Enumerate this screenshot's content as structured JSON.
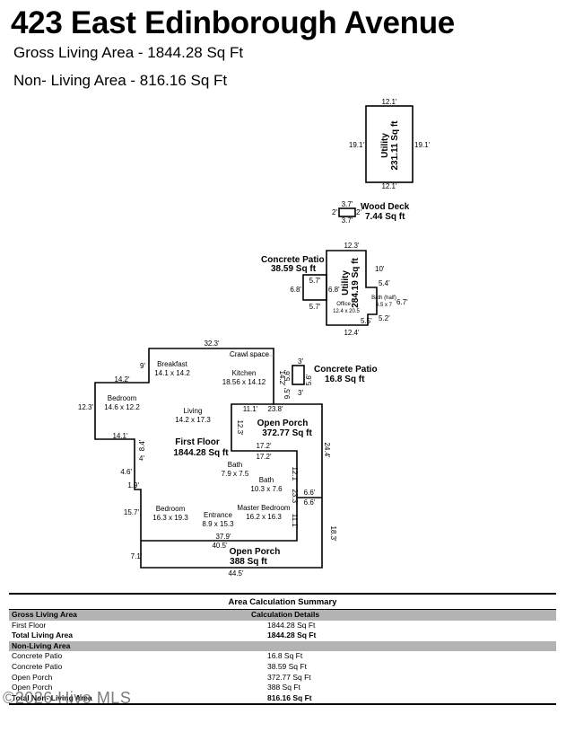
{
  "header": {
    "title": "423 East Edinborough Avenue",
    "gross_living_area": "Gross Living Area - 1844.28 Sq Ft",
    "non_living_area": "Non- Living Area - 816.16 Sq Ft"
  },
  "floorplan": {
    "utility_top": {
      "name": "Utility",
      "area": "231.11 Sq ft",
      "dims": [
        "12.1'",
        "19.1'",
        "19.1'",
        "12.1'"
      ]
    },
    "wood_deck": {
      "name": "Wood Deck",
      "area": "7.44 Sq ft",
      "dims": [
        "3.7'",
        "2'",
        "2'",
        "3.7'"
      ]
    },
    "concrete_patio_a": {
      "name": "Concrete Patio",
      "area": "38.59 Sq ft",
      "dims": [
        "5.7'",
        "6.8'",
        "6.8'",
        "5.7'"
      ]
    },
    "utility_mid": {
      "name": "Utility",
      "area": "284.19 Sq ft",
      "dims": [
        "12.3'",
        "10'",
        "5.4'",
        "6.7'",
        "5.2'",
        "5.5'",
        "12.4'"
      ]
    },
    "office": {
      "name": "Office",
      "size": "12.4 x 20.5"
    },
    "bath_half": {
      "name": "Bath (half)",
      "size": "6.5 x 7"
    },
    "concrete_patio_b": {
      "name": "Concrete Patio",
      "area": "16.8 Sq ft",
      "dims": [
        "3'",
        "5.6'",
        "5.6'",
        "3'"
      ]
    },
    "first_floor": {
      "name": "First Floor",
      "area": "1844.28 Sq ft"
    },
    "open_porch_a": {
      "name": "Open Porch",
      "area": "372.77 Sq ft"
    },
    "open_porch_b": {
      "name": "Open Porch",
      "area": "388 Sq ft"
    },
    "crawl_space": "Crawl space",
    "rooms": {
      "breakfast": {
        "name": "Breakfast",
        "size": "14.1 x 14.2"
      },
      "kitchen": {
        "name": "Kitchen",
        "size": "18.56 x 14.12"
      },
      "bedroom1": {
        "name": "Bedroom",
        "size": "14.6 x 12.2"
      },
      "living": {
        "name": "Living",
        "size": "14.2 x 17.3"
      },
      "bath1": {
        "name": "Bath",
        "size": "7.9 x 7.5"
      },
      "bath2": {
        "name": "Bath",
        "size": "10.3 x 7.6"
      },
      "bedroom2": {
        "name": "Bedroom",
        "size": "16.3 x 19.3"
      },
      "entrance": {
        "name": "Entrance",
        "size": "8.9 x 15.3"
      },
      "master": {
        "name": "Master Bedroom",
        "size": "16.2 x 16.3"
      }
    },
    "main_dims": {
      "d32_3": "32.3'",
      "d9": "9'",
      "d14_2a": "14.2'",
      "d12_3a": "12.3'",
      "d14_1": "14.1'",
      "d8_4": "8.4'",
      "d4": "4'",
      "d4_6": "4.6'",
      "d1_9": "1.9'",
      "d15_7": "15.7'",
      "d37_9": "37.9'",
      "d40_5": "40.5'",
      "d7_1": "7.1'",
      "d44_5": "44.5'",
      "d18_3": "18.3'",
      "d6_6a": "6.6'",
      "d6_6b": "6.6'",
      "d24_4": "24.4'",
      "d11_1a": "11.1'",
      "d23_8": "23.8'",
      "d14_2b": "14.2'",
      "d9_5": "9.5'",
      "d12_3b": "12.3'",
      "d17_2a": "17.2'",
      "d17_2b": "17.2'",
      "d12_1": "12.1'",
      "d23_3": "23.3'",
      "d11_1b": "11.1'"
    }
  },
  "summary": {
    "title": "Area Calculation Summary",
    "gla_header": "Gross Living Area",
    "calc_header": "Calculation Details",
    "gla_rows": [
      {
        "label": "First Floor",
        "value": "1844.28 Sq Ft"
      }
    ],
    "gla_total": {
      "label": "Total Living Area",
      "value": "1844.28 Sq Ft"
    },
    "nla_header": "Non-Living Area",
    "nla_rows": [
      {
        "label": "Concrete Patio",
        "value": "16.8 Sq Ft"
      },
      {
        "label": "Concrete Patio",
        "value": "38.59 Sq Ft"
      },
      {
        "label": "Open Porch",
        "value": "372.77 Sq Ft"
      },
      {
        "label": "Open Porch",
        "value": "388 Sq Ft"
      }
    ],
    "nla_total": {
      "label": "Total Non- Living Area",
      "value": "816.16 Sq Ft"
    }
  },
  "watermark": "©2026 Hive MLS"
}
